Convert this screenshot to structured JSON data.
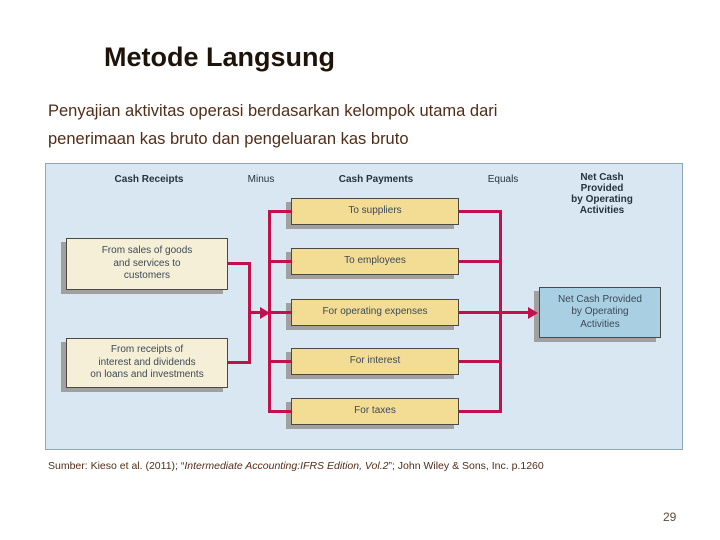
{
  "slide": {
    "title": "Metode Langsung",
    "subtitle": "Penyajian aktivitas operasi berdasarkan kelompok utama dari\npenerimaan kas bruto dan pengeluaran kas bruto",
    "source_prefix": "Sumber: Kieso et al. (2011); “",
    "source_title_italic": "Intermediate Accounting:IFRS Edition, Vol.2",
    "source_suffix": "”; John Wiley & Sons, Inc. p.1260",
    "page_number": "29"
  },
  "diagram": {
    "headers": {
      "receipts": "Cash Receipts",
      "minus": "Minus",
      "payments": "Cash Payments",
      "equals": "Equals",
      "net": "Net Cash Provided\nby Operating Activities"
    },
    "receipts": [
      {
        "label": "From sales of goods\nand services to\ncustomers"
      },
      {
        "label": "From receipts of\ninterest and dividends\non loans and investments"
      }
    ],
    "payments": [
      {
        "label": "To suppliers"
      },
      {
        "label": "To employees"
      },
      {
        "label": "For operating expenses"
      },
      {
        "label": "For interest"
      },
      {
        "label": "For taxes"
      }
    ],
    "result": "Net Cash Provided\nby Operating\nActivities",
    "colors": {
      "diagram_background": "#d9e7f2",
      "receipt_box": "#f6efd8",
      "payment_box": "#f3dc94",
      "result_box": "#a9cfe2",
      "connector": "#c2104c",
      "title_text": "#1d1309",
      "body_text": "#512d18",
      "page_number_text": "#5d4a3c"
    }
  }
}
